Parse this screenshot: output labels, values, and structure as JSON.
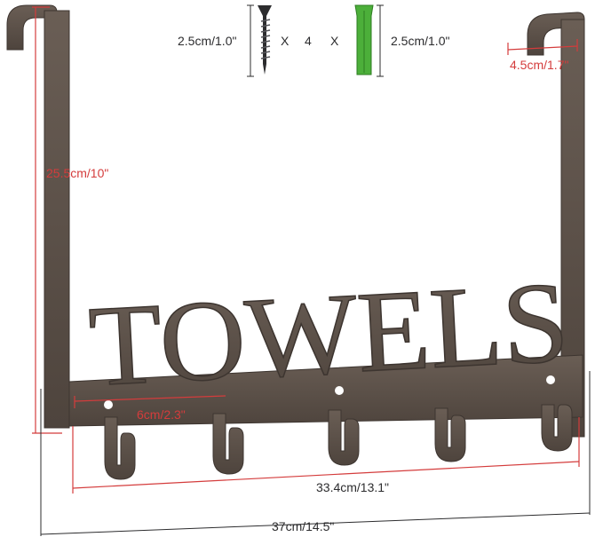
{
  "product_word": "TOWELS",
  "hardware": {
    "screw_length": "2.5cm/1.0\"",
    "anchor_length": "2.5cm/1.0\"",
    "multiplier": "X",
    "count": "4",
    "multiplier_2": "X"
  },
  "dimensions": {
    "height": "25.5cm/10\"",
    "hook_depth": "4.5cm/1.7\"",
    "hook_spacing": "6cm/2.3\"",
    "hook_span": "33.4cm/13.1\"",
    "total_width": "37cm/14.5\""
  },
  "colors": {
    "metal": "#5a4f47",
    "metal_edge": "#3d3530",
    "dimension_red": "#d43c3c",
    "screw": "#2c2c2e",
    "anchor": "#4caf3a"
  }
}
